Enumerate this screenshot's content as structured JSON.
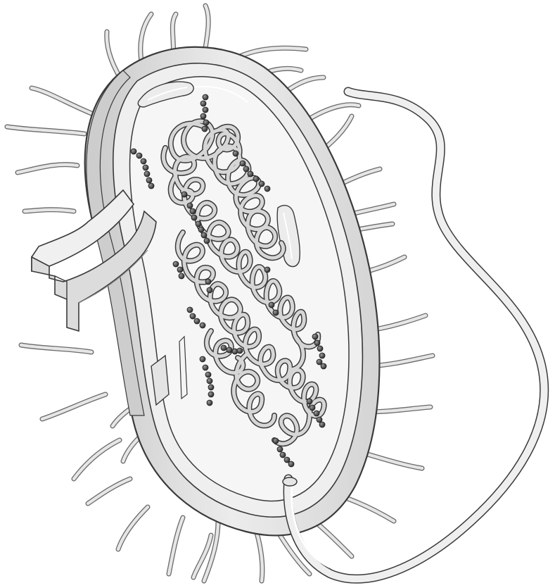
{
  "diagram": {
    "subject": "bacterial-cell",
    "labels": [],
    "palette": {
      "outline": "#3a3a3a",
      "wall_fill": "#e6e6e6",
      "wall_shade": "#bdbdbd",
      "membrane_fill": "#f1f1f1",
      "cytoplasm_fill": "#f5f5f5",
      "dna_fill": "#d2d2d2",
      "ribosome_fill": "#4a4a4a",
      "pili_fill": "#e2e2e2",
      "flagellum_fill": "#eeeeee"
    },
    "components": {
      "pili": "pili",
      "flagellum": "flagellum",
      "cell_wall": "cell-wall",
      "plasma_membrane": "plasma-membrane",
      "cytoplasm": "cytoplasm",
      "nucleoid": "nucleoid",
      "ribosomes": "ribosome",
      "inclusions": "inclusion",
      "cutaway": "cutaway-section"
    }
  }
}
